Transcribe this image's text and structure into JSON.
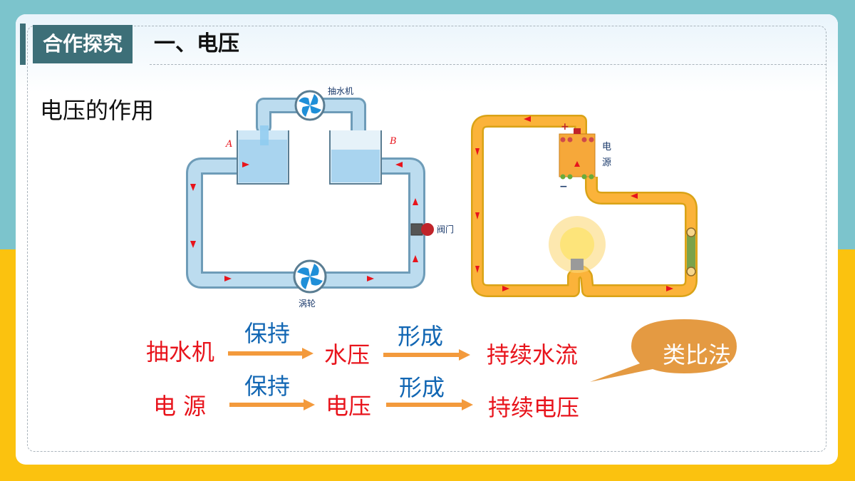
{
  "header": {
    "badge": "合作探究",
    "title": "一、电压"
  },
  "subtitle": "电压的作用",
  "water_diagram": {
    "label_pump": "抽水机",
    "label_turbine": "涡轮",
    "label_valve": "阀门",
    "label_a": "A",
    "label_b": "B"
  },
  "circuit_diagram": {
    "label_source_1": "电",
    "label_source_2": "源",
    "plus": "+",
    "minus": "−"
  },
  "analogy": {
    "row1": {
      "start": "抽水机",
      "verb1": "保持",
      "middle": "水压",
      "verb2": "形成",
      "end": "持续水流"
    },
    "row2": {
      "start": "电  源",
      "verb1": "保持",
      "middle": "电压",
      "verb2": "形成",
      "end": "持续电压"
    },
    "bubble": "类比法"
  },
  "colors": {
    "accent": "#3d6f78",
    "red": "#e8141c",
    "blue": "#1166b3",
    "arrow": "#f39a3c",
    "bubble": "#e49a42"
  }
}
